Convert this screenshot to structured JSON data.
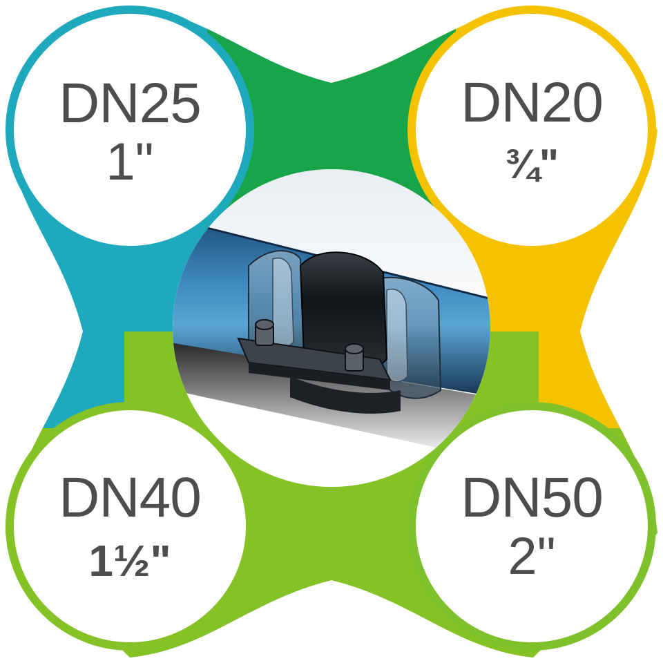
{
  "colors": {
    "teal": "#1fa9bd",
    "green": "#18a54a",
    "yellow": "#f5c200",
    "lime": "#84c225",
    "text": "#4d4d4d"
  },
  "center_image": {
    "icon": "pipe-repair-clamp-icon"
  },
  "sizes": [
    {
      "dn": "DN25",
      "inch": "1\""
    },
    {
      "dn": "DN20",
      "inch": "¾\""
    },
    {
      "dn": "DN40",
      "inch": "1½\""
    },
    {
      "dn": "DN50",
      "inch": "2\""
    }
  ]
}
